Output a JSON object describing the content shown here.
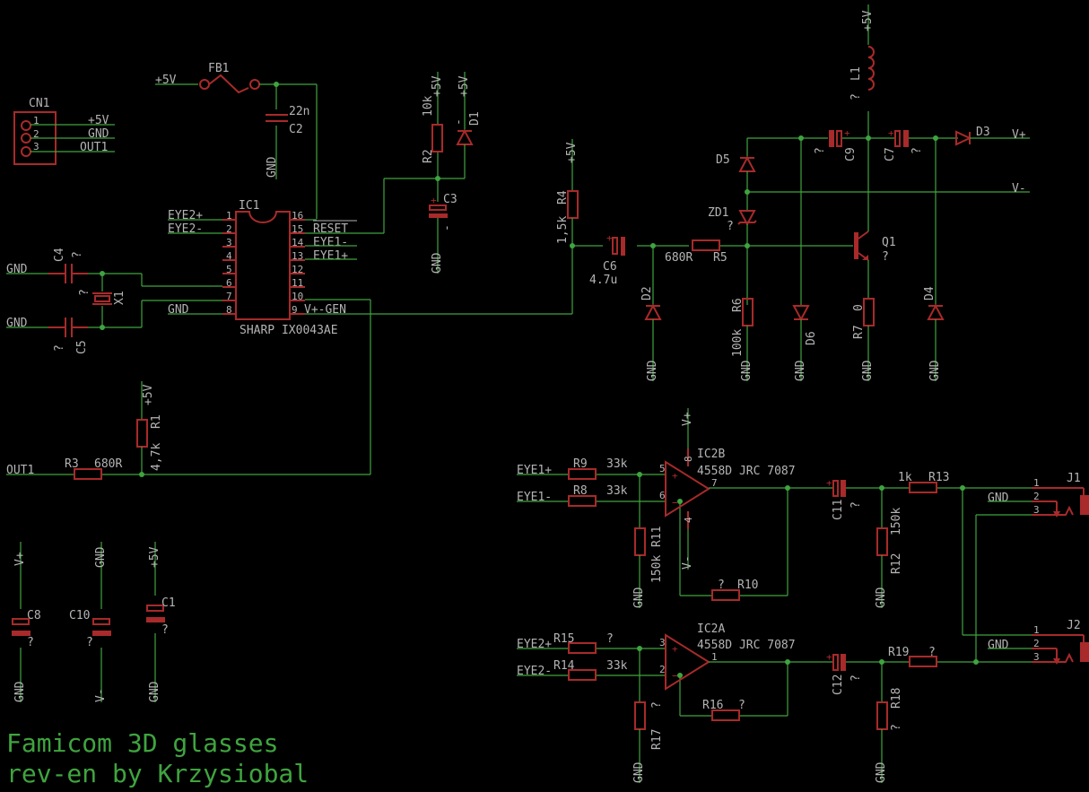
{
  "title": [
    "Famicom 3D glasses",
    "rev-en by Krzysiobal"
  ],
  "nets": {
    "p5v": "+5V",
    "gnd": "GND",
    "vp": "V+",
    "vm": "V-",
    "out1": "OUT1",
    "eye1p": "EYE1+",
    "eye1m": "EYE1-",
    "eye2p": "EYE2+",
    "eye2m": "EYE2-",
    "reset": "RESET",
    "vgen": "V+-GEN"
  },
  "cn1": {
    "name": "CN1",
    "pins": [
      "1",
      "2",
      "3"
    ],
    "nets": [
      "+5V",
      "GND",
      "OUT1"
    ]
  },
  "fb1": {
    "name": "FB1"
  },
  "c2": {
    "name": "C2",
    "value": "22n"
  },
  "ic1": {
    "name": "IC1",
    "part": "SHARP IX0043AE",
    "left_pins": [
      "1",
      "2",
      "3",
      "4",
      "5",
      "6",
      "7",
      "8"
    ],
    "right_pins": [
      "16",
      "15",
      "14",
      "13",
      "12",
      "11",
      "10",
      "9"
    ]
  },
  "c4": {
    "name": "C4",
    "value": "?"
  },
  "c5": {
    "name": "C5",
    "value": "?"
  },
  "x1": {
    "name": "X1",
    "value": "?"
  },
  "r2": {
    "name": "R2",
    "value": "10k"
  },
  "d1": {
    "name": "D1",
    "value": "-"
  },
  "c3": {
    "name": "C3",
    "value": "-"
  },
  "r4": {
    "name": "R4",
    "value": "1,5k"
  },
  "c6": {
    "name": "C6",
    "value": "4.7u"
  },
  "r5": {
    "name": "R5",
    "value": "680R"
  },
  "d2": {
    "name": "D2"
  },
  "d5": {
    "name": "D5"
  },
  "zd1": {
    "name": "ZD1",
    "value": "?"
  },
  "r6": {
    "name": "R6",
    "value": "100k"
  },
  "d6": {
    "name": "D6"
  },
  "l1": {
    "name": "L1",
    "value": "?"
  },
  "c9": {
    "name": "C9",
    "value": "?"
  },
  "c7": {
    "name": "C7",
    "value": "?"
  },
  "d3": {
    "name": "D3"
  },
  "q1": {
    "name": "Q1",
    "value": "?"
  },
  "r7": {
    "name": "R7",
    "value": "0"
  },
  "d4": {
    "name": "D4"
  },
  "r1": {
    "name": "R1",
    "value": "4,7k"
  },
  "r3": {
    "name": "R3",
    "value": "680R"
  },
  "c8": {
    "name": "C8",
    "value": "?"
  },
  "c10": {
    "name": "C10",
    "value": "?"
  },
  "c1": {
    "name": "C1",
    "value": "?"
  },
  "ic2b": {
    "name": "IC2B",
    "part": "4558D JRC 7087",
    "pins": {
      "inp": "5",
      "inm": "6",
      "out": "7",
      "vp": "8",
      "vm": "4"
    }
  },
  "ic2a": {
    "name": "IC2A",
    "part": "4558D JRC 7087",
    "pins": {
      "inp": "3",
      "inm": "2",
      "out": "1"
    }
  },
  "r9": {
    "name": "R9",
    "value": "33k"
  },
  "r8": {
    "name": "R8",
    "value": "33k"
  },
  "r11": {
    "name": "R11",
    "value": "150k"
  },
  "r10": {
    "name": "R10",
    "value": "?"
  },
  "c11": {
    "name": "C11",
    "value": "?"
  },
  "r13": {
    "name": "R13",
    "value": "1k"
  },
  "r12": {
    "name": "R12",
    "value": "150k"
  },
  "r15": {
    "name": "R15",
    "value": "?"
  },
  "r14": {
    "name": "R14",
    "value": "33k"
  },
  "r17": {
    "name": "R17",
    "value": "?"
  },
  "r16": {
    "name": "R16",
    "value": "?"
  },
  "c12": {
    "name": "C12",
    "value": "?"
  },
  "r19": {
    "name": "R19",
    "value": "?"
  },
  "r18": {
    "name": "R18",
    "value": "?"
  },
  "j1": {
    "name": "J1",
    "pins": [
      "1",
      "2",
      "3"
    ]
  },
  "j2": {
    "name": "J2",
    "pins": [
      "1",
      "2",
      "3"
    ]
  }
}
